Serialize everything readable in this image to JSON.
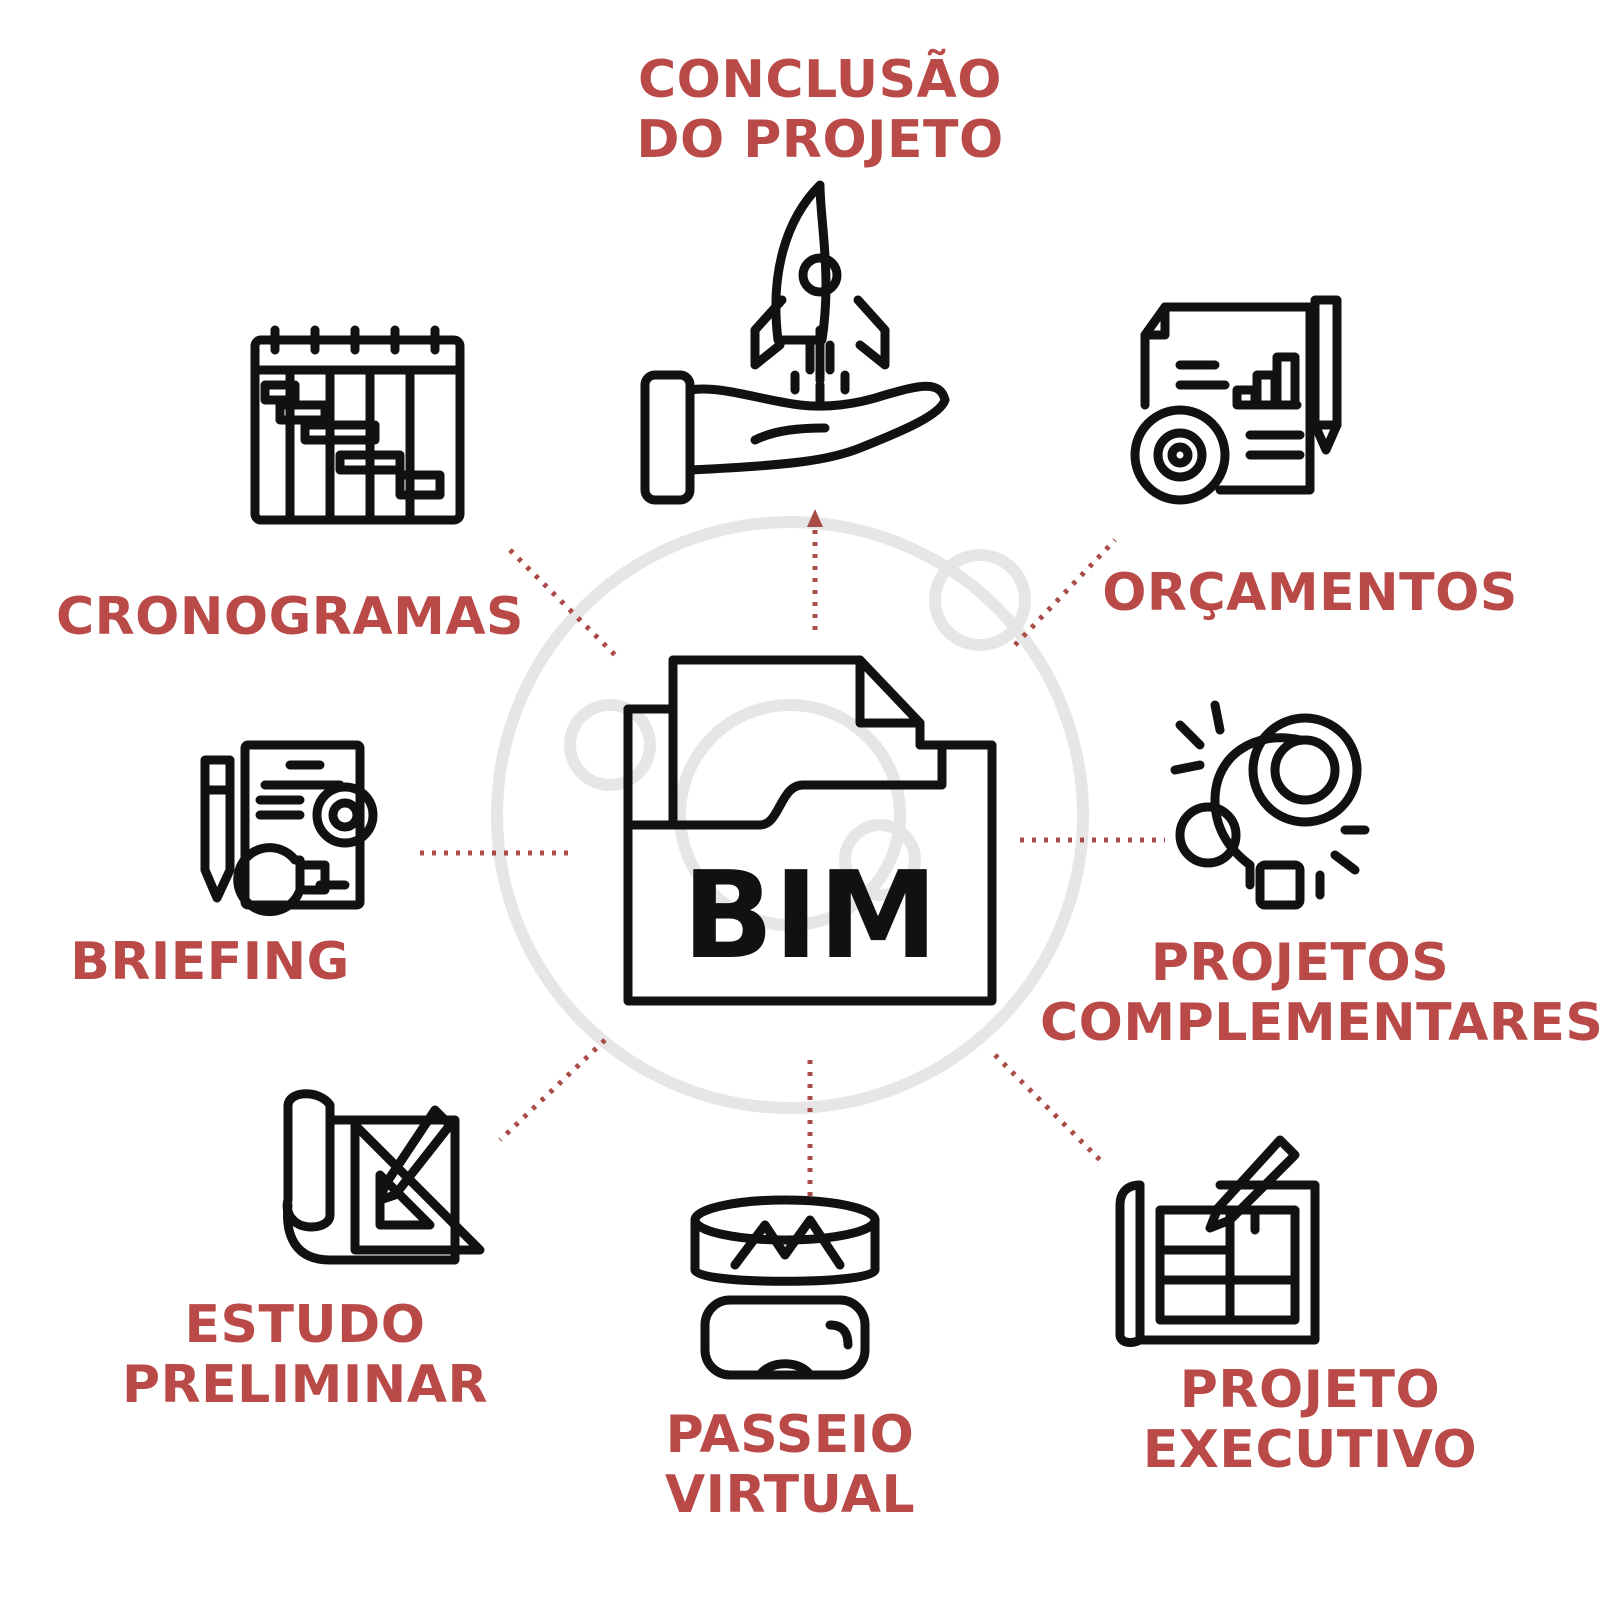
{
  "center": {
    "text": "BIM",
    "icon": "bim-folder-icon"
  },
  "accent_color": "#b94a48",
  "nodes": {
    "conclusao": {
      "lines": [
        "CONCLUSÃO",
        "DO PROJETO"
      ],
      "icon": "rocket-on-hand-icon"
    },
    "orcamentos": {
      "lines": [
        "ORÇAMENTOS"
      ],
      "icon": "budget-document-gear-icon"
    },
    "complementares": {
      "lines": [
        "PROJETOS",
        "COMPLEMENTARES"
      ],
      "icon": "lightbulb-gears-icon"
    },
    "executivo": {
      "lines": [
        "PROJETO",
        "EXECUTIVO"
      ],
      "icon": "blueprint-pencil-icon"
    },
    "passeio": {
      "lines": [
        "PASSEIO",
        "VIRTUAL"
      ],
      "icon": "vr-headset-icon"
    },
    "estudo": {
      "lines": [
        "ESTUDO",
        "PRELIMINAR"
      ],
      "icon": "drafting-triangle-icon"
    },
    "briefing": {
      "lines": [
        "BRIEFING"
      ],
      "icon": "document-pencil-icon"
    },
    "cronogramas": {
      "lines": [
        "CRONOGRAMAS"
      ],
      "icon": "gantt-calendar-icon"
    }
  }
}
